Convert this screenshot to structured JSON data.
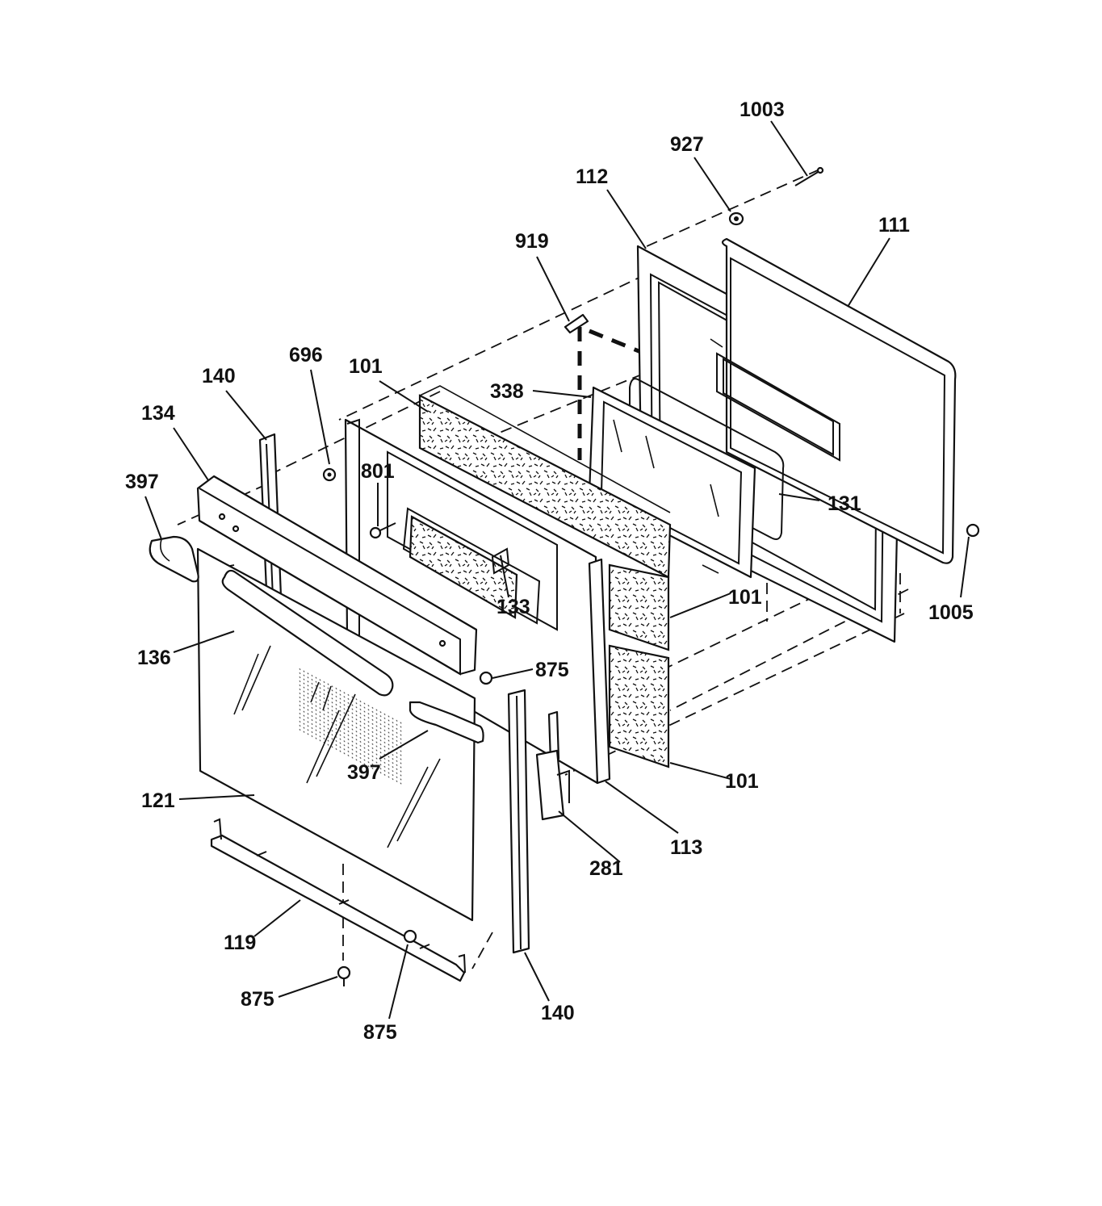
{
  "callouts": [
    {
      "id": "c1003",
      "text": "1003"
    },
    {
      "id": "c927",
      "text": "927"
    },
    {
      "id": "c112",
      "text": "112"
    },
    {
      "id": "c111",
      "text": "111"
    },
    {
      "id": "c919",
      "text": "919"
    },
    {
      "id": "c338",
      "text": "338"
    },
    {
      "id": "c131",
      "text": "131"
    },
    {
      "id": "c1005",
      "text": "1005"
    },
    {
      "id": "c696",
      "text": "696"
    },
    {
      "id": "c101a",
      "text": "101"
    },
    {
      "id": "c140a",
      "text": "140"
    },
    {
      "id": "c134",
      "text": "134"
    },
    {
      "id": "c397a",
      "text": "397"
    },
    {
      "id": "c801",
      "text": "801"
    },
    {
      "id": "c133",
      "text": "133"
    },
    {
      "id": "c101b",
      "text": "101"
    },
    {
      "id": "c136",
      "text": "136"
    },
    {
      "id": "c875a",
      "text": "875"
    },
    {
      "id": "c397b",
      "text": "397"
    },
    {
      "id": "c101c",
      "text": "101"
    },
    {
      "id": "c121",
      "text": "121"
    },
    {
      "id": "c113",
      "text": "113"
    },
    {
      "id": "c281",
      "text": "281"
    },
    {
      "id": "c119",
      "text": "119"
    },
    {
      "id": "c140b",
      "text": "140"
    },
    {
      "id": "c875b",
      "text": "875"
    },
    {
      "id": "c875c",
      "text": "875"
    }
  ]
}
